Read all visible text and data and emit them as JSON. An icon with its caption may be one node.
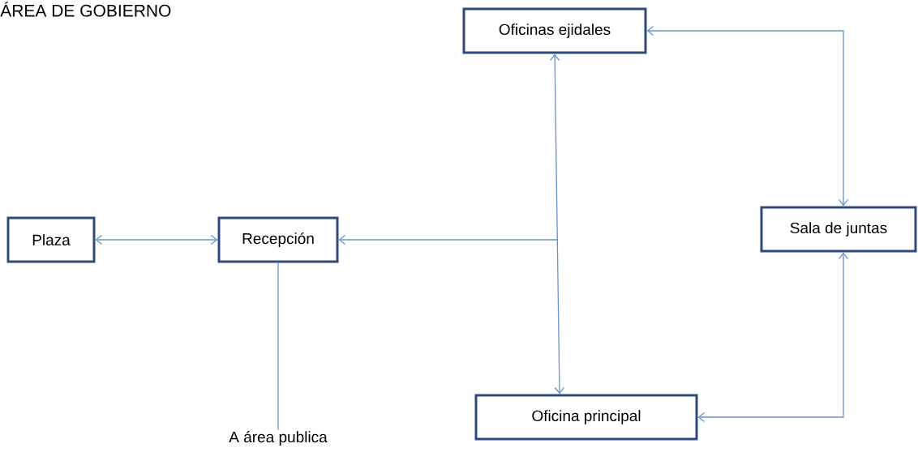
{
  "diagram": {
    "title": "ÁREA DE GOBIERNO",
    "nodes": [
      {
        "text": [
          "Plaza"
        ]
      },
      {
        "text": [
          "Recepción"
        ]
      },
      {
        "text": [
          "Oficinas  ejidales"
        ]
      },
      {
        "text": [
          "Sala de juntas"
        ]
      },
      {
        "text": [
          "Oficina principal"
        ]
      },
      {
        "text": [
          "A área publica"
        ]
      }
    ],
    "edges": [
      {
        "from": 0,
        "to": 1,
        "arrow": "both"
      },
      {
        "from": 2,
        "to": 4,
        "arrow": "both"
      },
      {
        "from": null,
        "to": 1,
        "arrow": "to"
      },
      {
        "from": 2,
        "to": 3,
        "arrow": "both"
      },
      {
        "from": 4,
        "to": 3,
        "arrow": "both"
      },
      {
        "from": 1,
        "to": 5,
        "arrow": "none"
      }
    ]
  }
}
